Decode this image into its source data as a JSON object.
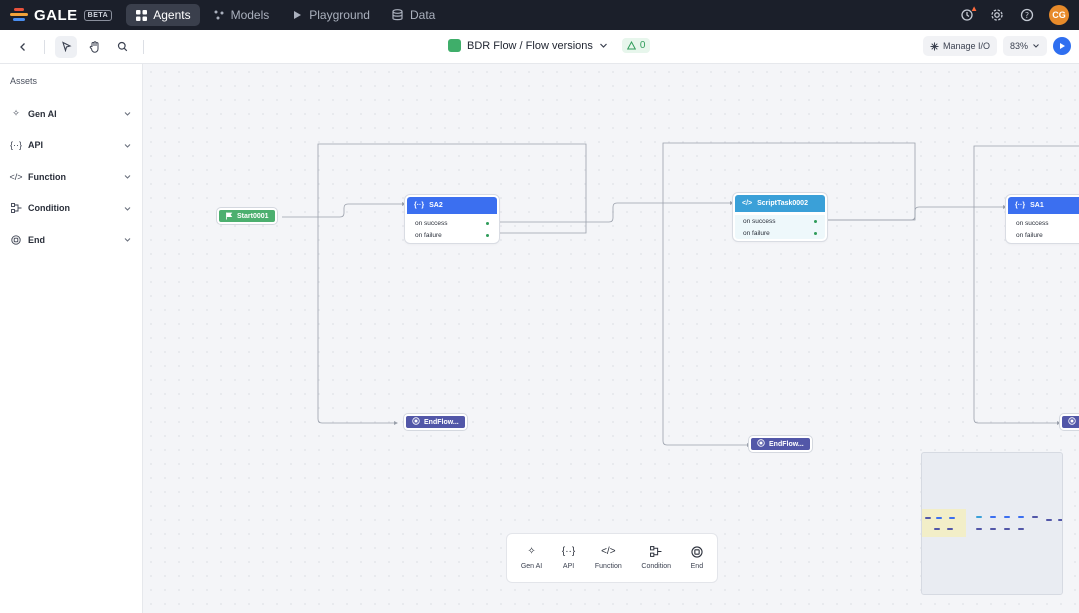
{
  "nav": {
    "brand": "GALE",
    "beta": "BETA",
    "tabs": [
      {
        "label": "Agents",
        "icon": "grid-icon",
        "active": true
      },
      {
        "label": "Models",
        "icon": "models-icon",
        "active": false
      },
      {
        "label": "Playground",
        "icon": "play-icon",
        "active": false
      },
      {
        "label": "Data",
        "icon": "database-icon",
        "active": false
      }
    ],
    "avatar_initials": "CG"
  },
  "toolbar": {
    "flow_title": "BDR Flow / Flow versions",
    "warning_count": "0",
    "manage_io": "Manage I/O",
    "zoom": "83%"
  },
  "sidebar": {
    "title": "Assets",
    "items": [
      {
        "label": "Gen AI",
        "icon": "sparkle-icon"
      },
      {
        "label": "API",
        "icon": "braces-icon"
      },
      {
        "label": "Function",
        "icon": "code-icon"
      },
      {
        "label": "Condition",
        "icon": "condition-icon"
      },
      {
        "label": "End",
        "icon": "end-icon"
      }
    ]
  },
  "canvas": {
    "start_node": "Start0001",
    "sa2": {
      "title": "SA2",
      "success": "on success",
      "failure": "on failure"
    },
    "script": {
      "title": "ScriptTask0002",
      "success": "on success",
      "failure": "on failure"
    },
    "sa1": {
      "title": "SA1",
      "success": "on success",
      "failure": "on failure"
    },
    "end1": "EndFlow...",
    "end2": "EndFlow..."
  },
  "palette": [
    {
      "label": "Gen AI",
      "icon": "sparkle-icon"
    },
    {
      "label": "API",
      "icon": "braces-icon"
    },
    {
      "label": "Function",
      "icon": "code-icon"
    },
    {
      "label": "Condition",
      "icon": "condition-icon"
    },
    {
      "label": "End",
      "icon": "end-icon"
    }
  ],
  "colors": {
    "nav_bg": "#1b1f2a",
    "start": "#4caf6f",
    "api_head": "#3b6ff0",
    "script_head": "#3aa0d8",
    "end": "#5257a8",
    "accent": "#2f6ff0"
  }
}
